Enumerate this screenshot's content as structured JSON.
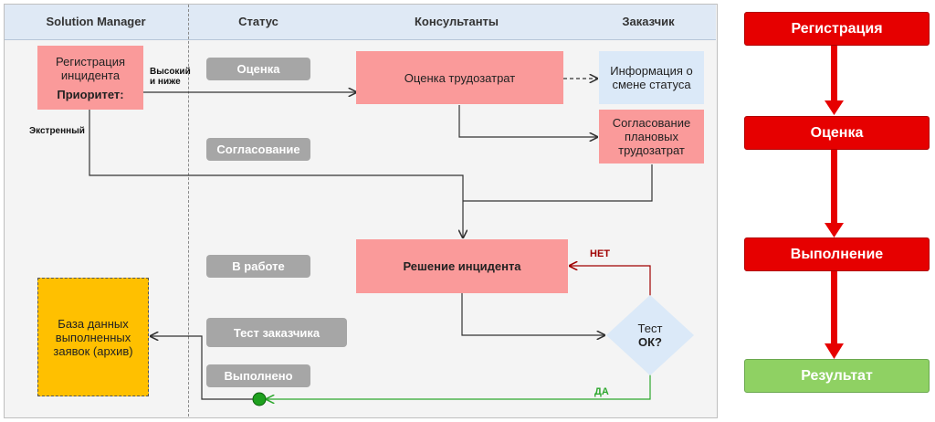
{
  "lanes": {
    "col1": "Solution Manager",
    "col2": "Статус",
    "col3": "Консультанты",
    "col4": "Заказчик"
  },
  "boxes": {
    "registration": "Регистрация инцидента",
    "priority": "Приоритет:",
    "estimate": "Оценка трудозатрат",
    "status_info": "Информация о смене статуса",
    "approval": "Согласование плановых трудозатрат",
    "solution": "Решение инцидента",
    "archive": "База данных выполненных заявок (архив)",
    "decision_line1": "Тест",
    "decision_line2": "ОК?"
  },
  "statuses": [
    "Оценка",
    "Согласование",
    "В работе",
    "Тест заказчика",
    "Выполнено"
  ],
  "edge_labels": {
    "high_low": "Высокий и ниже",
    "urgent": "Экстренный",
    "no": "НЕТ",
    "yes": "ДА"
  },
  "process": [
    "Регистрация",
    "Оценка",
    "Выполнение",
    "Результат"
  ],
  "colors": {
    "pink_box": "#fa9a9a",
    "info_box": "#dbe9f8",
    "archive_box": "#ffc000",
    "status_pill": "#a6a6a6",
    "process_step": "#e60000",
    "result_step": "#8fd163",
    "no_line": "#a00000",
    "yes_line": "#2ea82e"
  }
}
